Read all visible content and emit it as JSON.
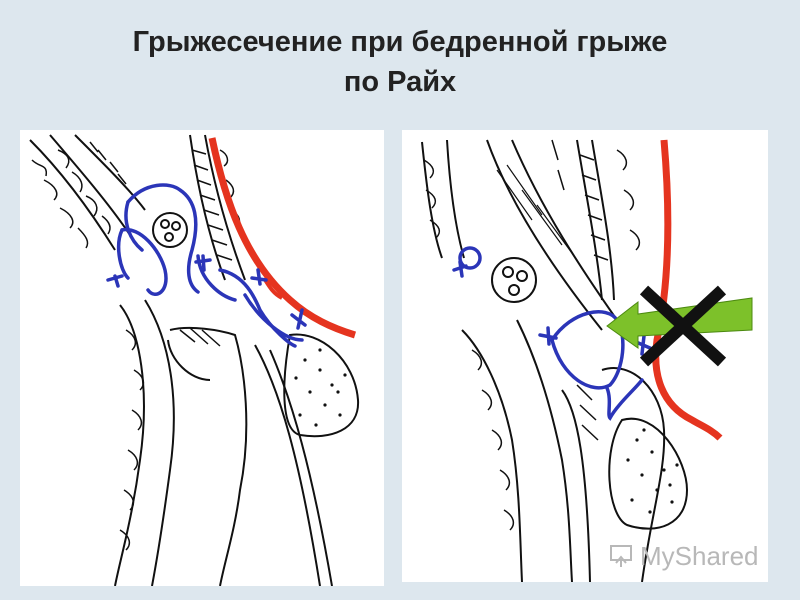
{
  "header": {
    "title_line1": "Грыжесечение при бедренной грыже",
    "title_line2": "по Райх"
  },
  "watermark": {
    "text": "MyShared",
    "icon": "presentation-board-icon"
  },
  "colors": {
    "background": "#dde7ee",
    "suture_blue": "#2b35b8",
    "ligament_red": "#e5341f",
    "arrow_green": "#7dc12a",
    "cross_black": "#111111"
  },
  "panels": [
    {
      "id": "left",
      "shows": "sutures-blue",
      "marks": []
    },
    {
      "id": "right",
      "shows": "sutures-blue",
      "marks": [
        "green-arrow",
        "black-cross"
      ]
    }
  ]
}
